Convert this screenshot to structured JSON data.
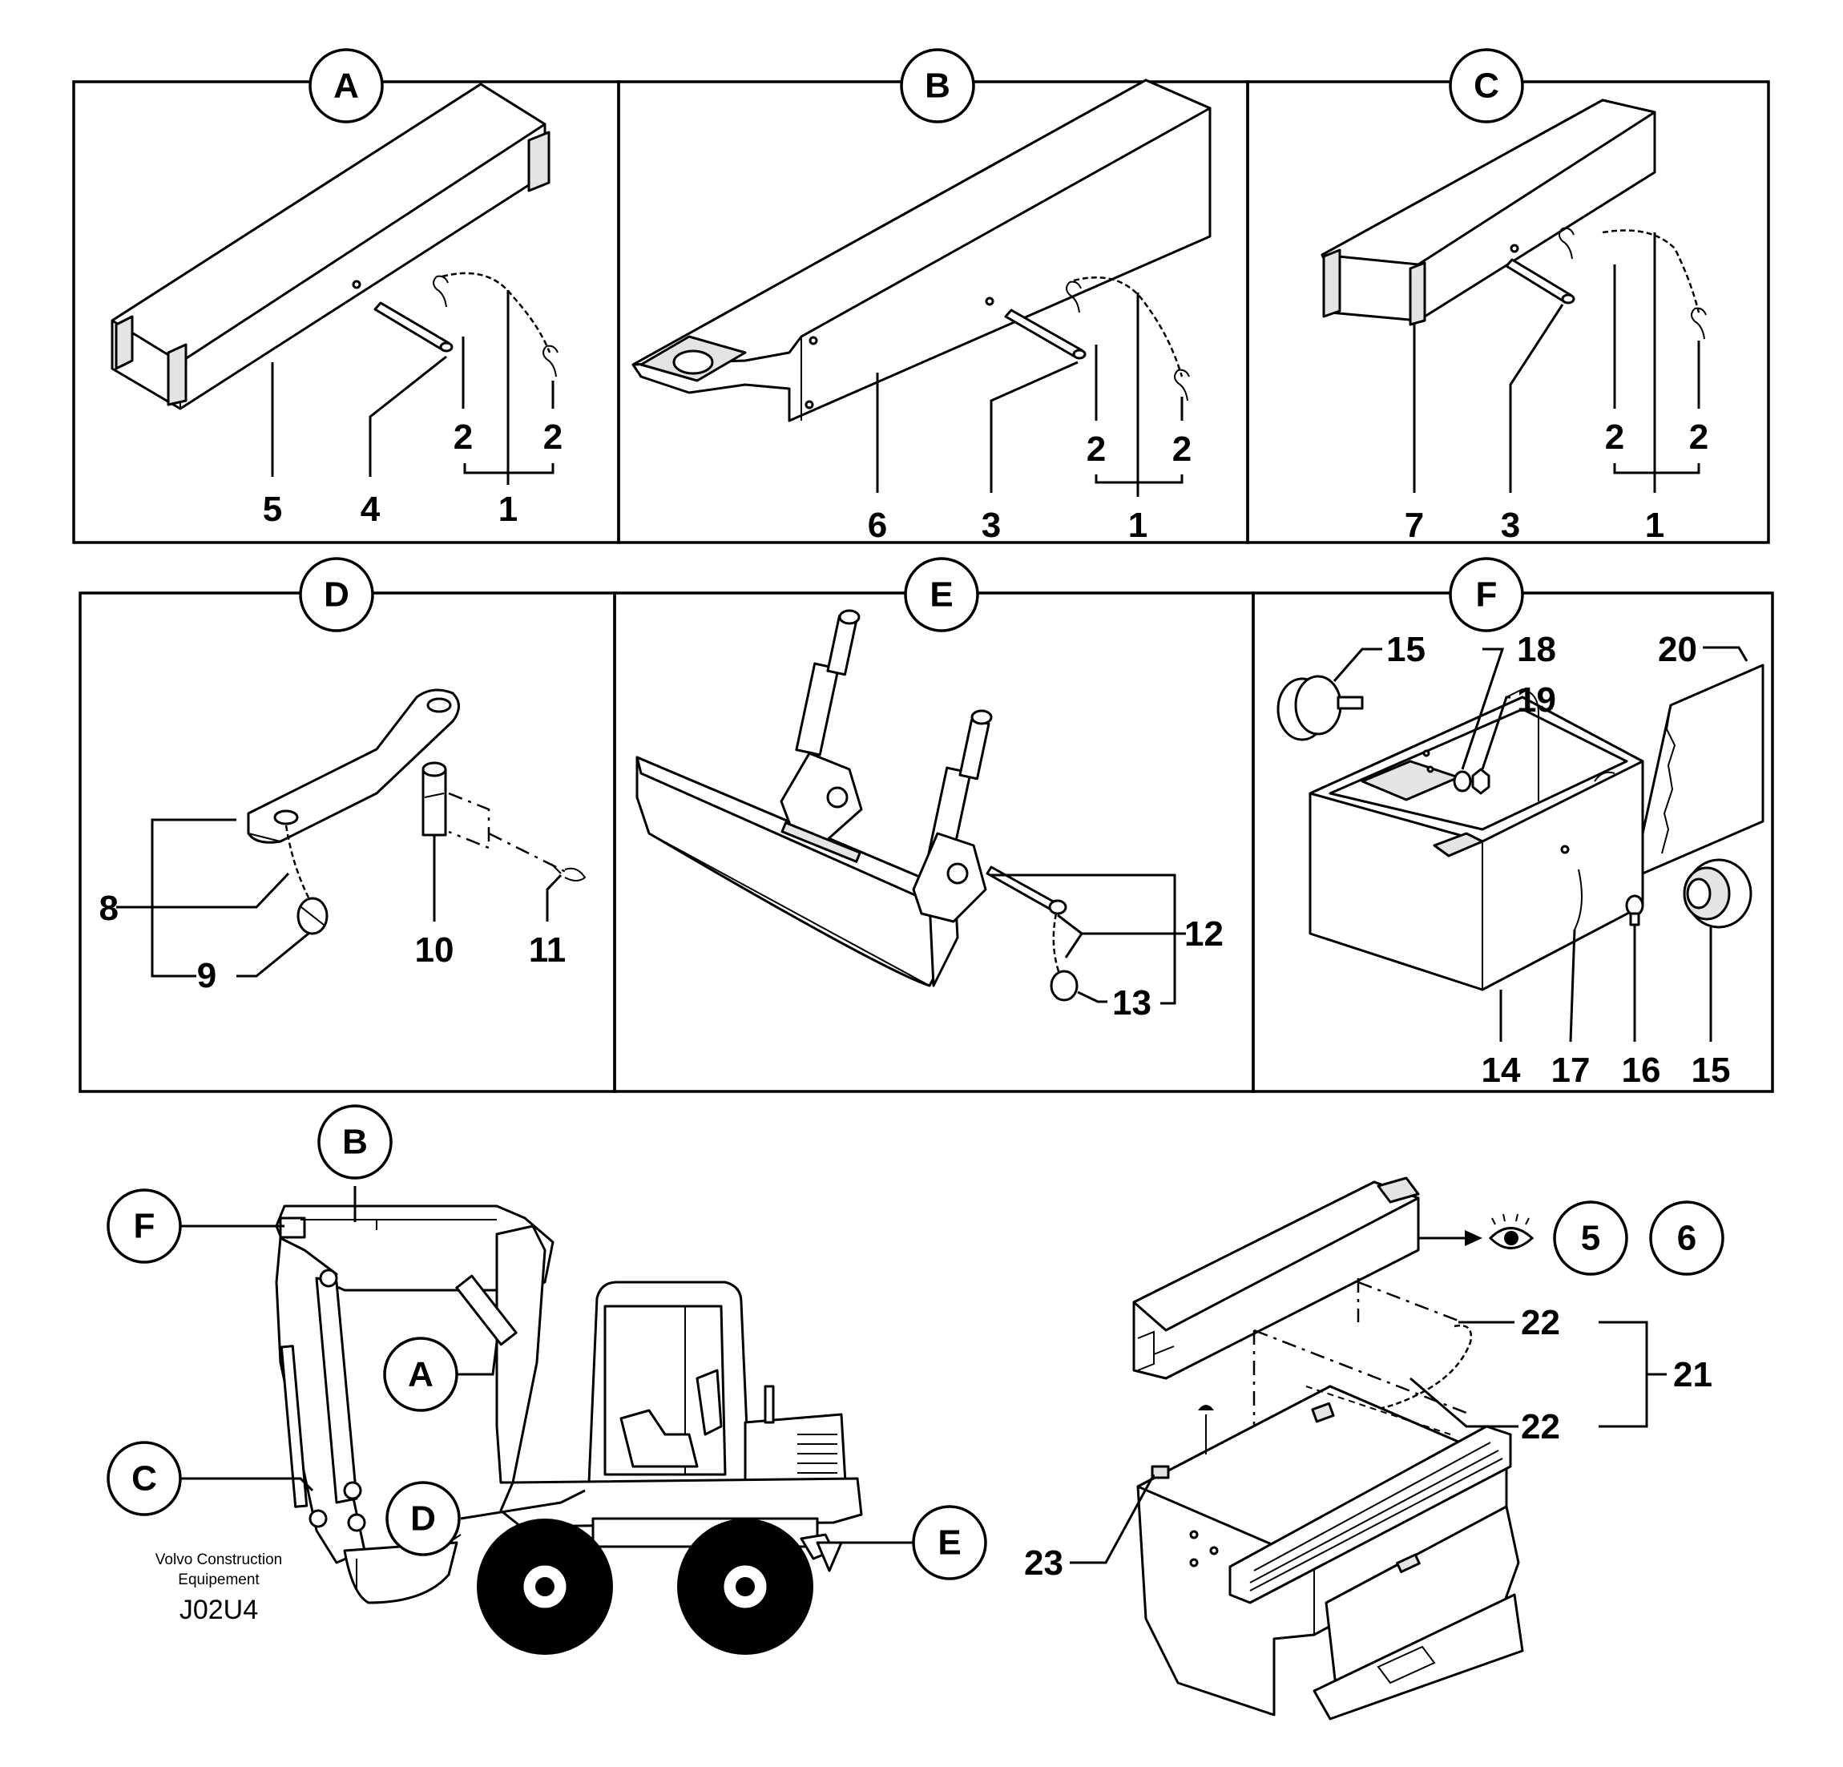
{
  "panels": {
    "A": {
      "label": "A",
      "callouts": [
        "5",
        "4",
        "2",
        "2",
        "1"
      ]
    },
    "B": {
      "label": "B",
      "callouts": [
        "6",
        "3",
        "2",
        "2",
        "1"
      ]
    },
    "C": {
      "label": "C",
      "callouts": [
        "7",
        "3",
        "2",
        "2",
        "1"
      ]
    },
    "D": {
      "label": "D",
      "callouts": [
        "8",
        "9",
        "10",
        "11"
      ]
    },
    "E": {
      "label": "E",
      "callouts": [
        "12",
        "13"
      ]
    },
    "F": {
      "label": "F",
      "callouts": [
        "15",
        "18",
        "19",
        "20",
        "14",
        "17",
        "16",
        "15"
      ]
    }
  },
  "machine": {
    "labels": [
      "B",
      "F",
      "A",
      "C",
      "D",
      "E"
    ],
    "maker_line1": "Volvo Construction",
    "maker_line2": "Equipement",
    "drawing_code": "J02U4"
  },
  "detail": {
    "see_refs": [
      "5",
      "6"
    ],
    "callouts": [
      "22",
      "22",
      "21",
      "23"
    ]
  }
}
